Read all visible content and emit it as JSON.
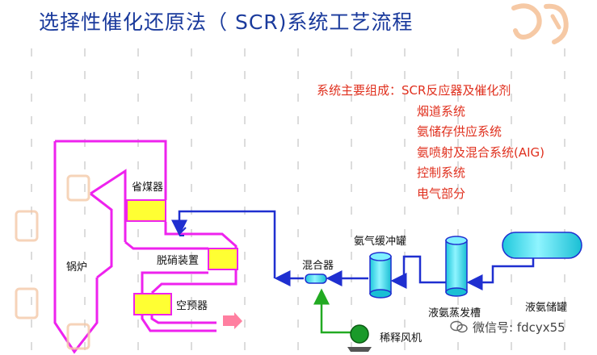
{
  "title": "选择性催化还原法（ SCR)系统工艺流程",
  "components": {
    "heading": "系统主要组成：",
    "items": [
      "SCR反应器及催化剂",
      "烟道系统",
      "氨储存供应系统",
      "氨喷射及混合系统(AIG)",
      "控制系统",
      "电气部分"
    ]
  },
  "labels": {
    "boiler": "锅炉",
    "economizer": "省煤器",
    "denitrification": "脱硝装置",
    "air_preheater": "空预器",
    "mixer": "混合器",
    "ammonia_buffer_tank": "氨气缓冲罐",
    "liquid_ammonia_evaporator": "液氨蒸发槽",
    "liquid_ammonia_storage": "液氨储罐",
    "dilution_fan": "稀释风机"
  },
  "watermark": "微信号: fdcyx55",
  "colors": {
    "title": "#1a3a9c",
    "components_text": "#e0301e",
    "flue_outline": "#ee22ee",
    "ammonia_line": "#1f2fd0",
    "air_line": "#22aa22",
    "tank_fill": "#33e0f0",
    "box_fill": "#ffff33",
    "outlet_arrow": "#ff7fa0"
  }
}
